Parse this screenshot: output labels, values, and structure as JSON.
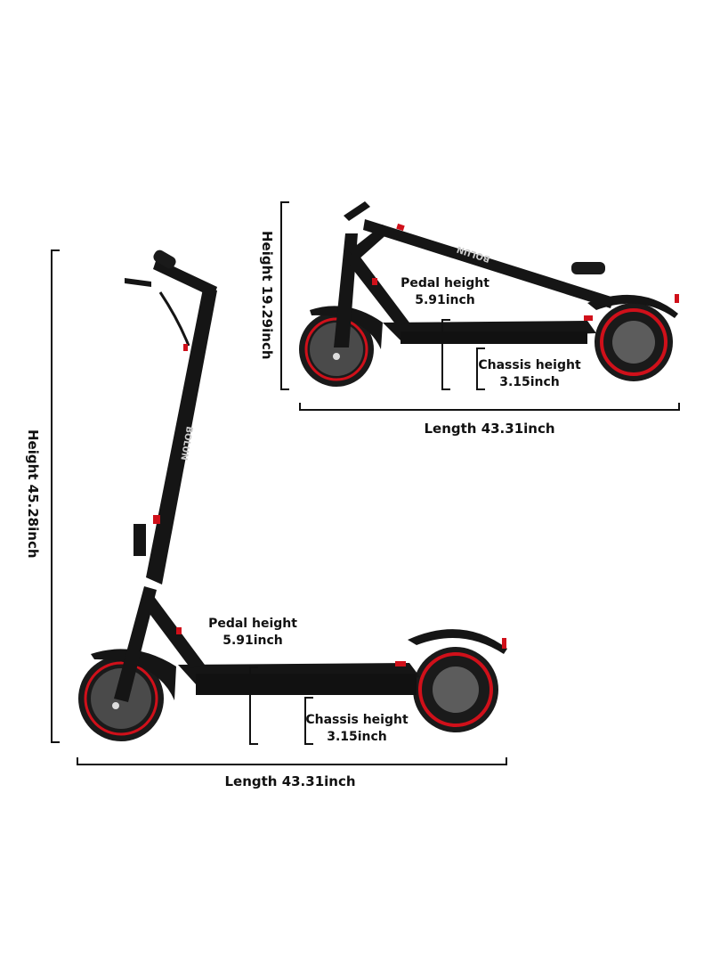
{
  "brand": "BOLUN",
  "colors": {
    "frame": "#151515",
    "accent": "#d0101a",
    "tire": "#1a1a1a",
    "hub": "#4a4a4a",
    "line": "#111111"
  },
  "folded": {
    "height_label": "Height 19.29inch",
    "length_label": "Length 43.31inch",
    "pedal_label": "Pedal height",
    "pedal_value": "5.91inch",
    "chassis_label": "Chassis height",
    "chassis_value": "3.15inch"
  },
  "unfolded": {
    "height_label": "Height 45.28inch",
    "length_label": "Length 43.31inch",
    "pedal_label": "Pedal height",
    "pedal_value": "5.91inch",
    "chassis_label": "Chassis height",
    "chassis_value": "3.15inch"
  }
}
